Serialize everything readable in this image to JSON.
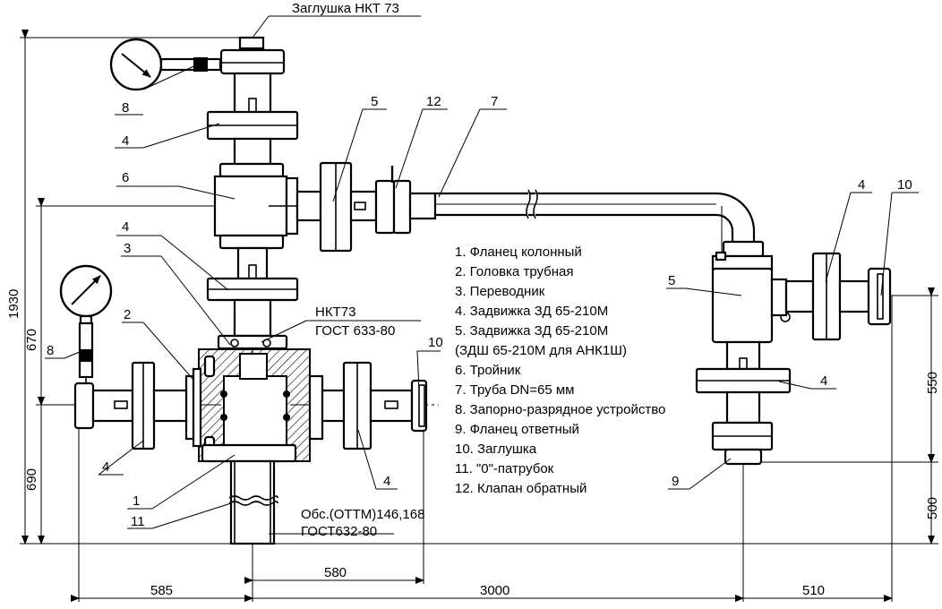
{
  "labels": {
    "plug_top": "Заглушка НКТ 73",
    "nkt_name": "НКТ73",
    "nkt_gost": "ГОСТ 633-80",
    "casing_name": "Обс.(ОТТМ)146,168",
    "casing_gost": "ГОСТ632-80"
  },
  "callouts": {
    "c8_top": "8",
    "c4_a": "4",
    "c6": "6",
    "c4_b": "4",
    "c3": "3",
    "c5_a": "5",
    "c12": "12",
    "c7": "7",
    "c2": "2",
    "c8_left": "8",
    "c1": "1",
    "c11": "11",
    "c4_c": "4",
    "c4_d": "4",
    "c10_a": "10",
    "c4_e": "4",
    "c10_b": "10",
    "c5_b": "5",
    "c4_f": "4",
    "c9": "9"
  },
  "legend": [
    "1. Фланец колонный",
    "2. Головка трубная",
    "3. Переводник",
    "4. Задвижка ЗД 65-210М",
    "5. Задвижка ЗД 65-210М",
    "(ЗДШ 65-210М для АНК1Ш)",
    "6. Тройник",
    "7. Труба DN=65 мм",
    "8. Запорно-разрядное устройство",
    "9. Фланец ответный",
    "10. Заглушка",
    "11. \"0\"-патрубок",
    "12. Клапан обратный"
  ],
  "dimensions": {
    "total_height": "1930",
    "upper_left": "670",
    "lower_left": "690",
    "right_upper": "550",
    "right_lower": "500",
    "bottom_left": "585",
    "inner_580": "580",
    "bottom_mid": "3000",
    "bottom_right": "510"
  }
}
